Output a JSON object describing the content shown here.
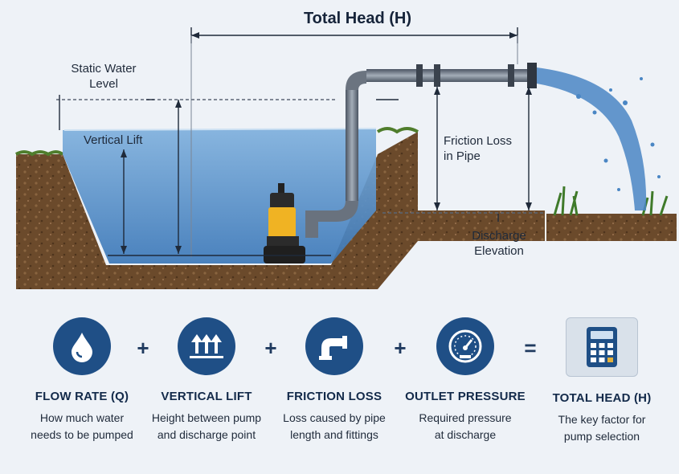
{
  "diagram": {
    "title": "Total Head (H)",
    "labels": {
      "static_water_level": [
        "Static Water",
        "Level"
      ],
      "vertical_lift": "Vertical Lift",
      "friction_loss": [
        "Friction Loss",
        "in Pipe"
      ],
      "discharge_elevation": [
        "Discharge",
        "Elevation"
      ]
    }
  },
  "factors": [
    {
      "title": "FLOW RATE (Q)",
      "desc": [
        "How much water",
        "needs to be pumped"
      ],
      "icon": "water-drop-icon"
    },
    {
      "title": "VERTICAL LIFT",
      "desc": [
        "Height between pump",
        "and discharge point"
      ],
      "icon": "up-arrows-icon"
    },
    {
      "title": "FRICTION LOSS",
      "desc": [
        "Loss caused by pipe",
        "length and fittings"
      ],
      "icon": "pipe-elbow-icon"
    },
    {
      "title": "OUTLET PRESSURE",
      "desc": [
        "Required pressure",
        "at discharge"
      ],
      "icon": "pressure-gauge-icon"
    },
    {
      "title": "TOTAL HEAD (H)",
      "desc": [
        "The key factor for",
        "pump selection"
      ],
      "icon": "calculator-icon"
    }
  ],
  "operators": [
    "+",
    "+",
    "+",
    "="
  ],
  "colors": {
    "accent": "#1f4f86",
    "water": "#4a86c4",
    "soil": "#6b4a2b",
    "pump": "#f0b323"
  }
}
